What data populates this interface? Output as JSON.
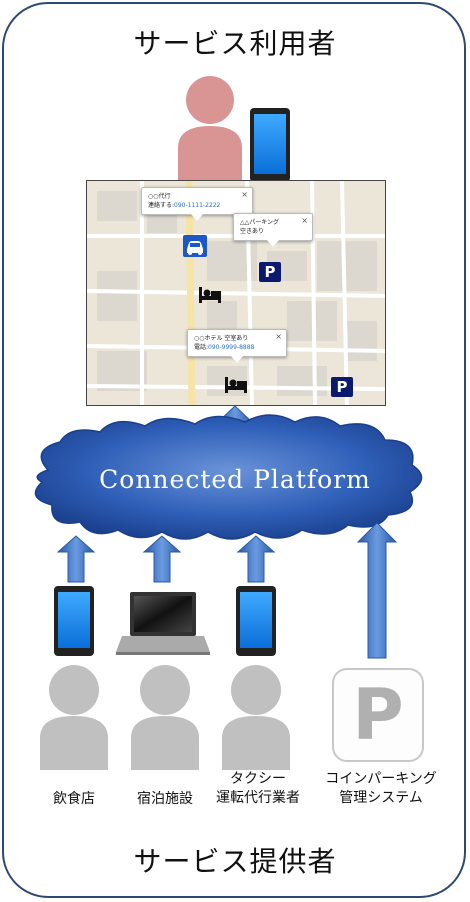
{
  "title_top": "サービス利用者",
  "title_bottom": "サービス提供者",
  "platform_label": "Connected Platform",
  "map": {
    "bubble_taxi": {
      "line1": "○○代行",
      "line2_prefix": "連絡する:",
      "phone": "090-1111-2222",
      "close": "×"
    },
    "bubble_parking": {
      "line1": "△△パーキング",
      "line2": "空きあり",
      "close": "×"
    },
    "bubble_hotel": {
      "line1": "○○ホテル 空室あり",
      "line2_prefix": "電話:",
      "phone": "090-9999-8888",
      "close": "×"
    },
    "parking_sign": "P"
  },
  "providers": [
    {
      "label_line1": "飲食店",
      "label_line2": ""
    },
    {
      "label_line1": "宿泊施設",
      "label_line2": ""
    },
    {
      "label_line1": "タクシー",
      "label_line2": "運転代行業者"
    },
    {
      "label_line1": "コインパーキング",
      "label_line2": "管理システム"
    }
  ],
  "parking_system_sign": "P",
  "colors": {
    "frame": "#2c4a6e",
    "user_person": "#d99593",
    "provider_person": "#c0c0c0",
    "phone": "#1e90ff",
    "arrow": "#3e70bf",
    "cloud": "#1f4fa8",
    "map_marker": "#0b1a6e"
  }
}
